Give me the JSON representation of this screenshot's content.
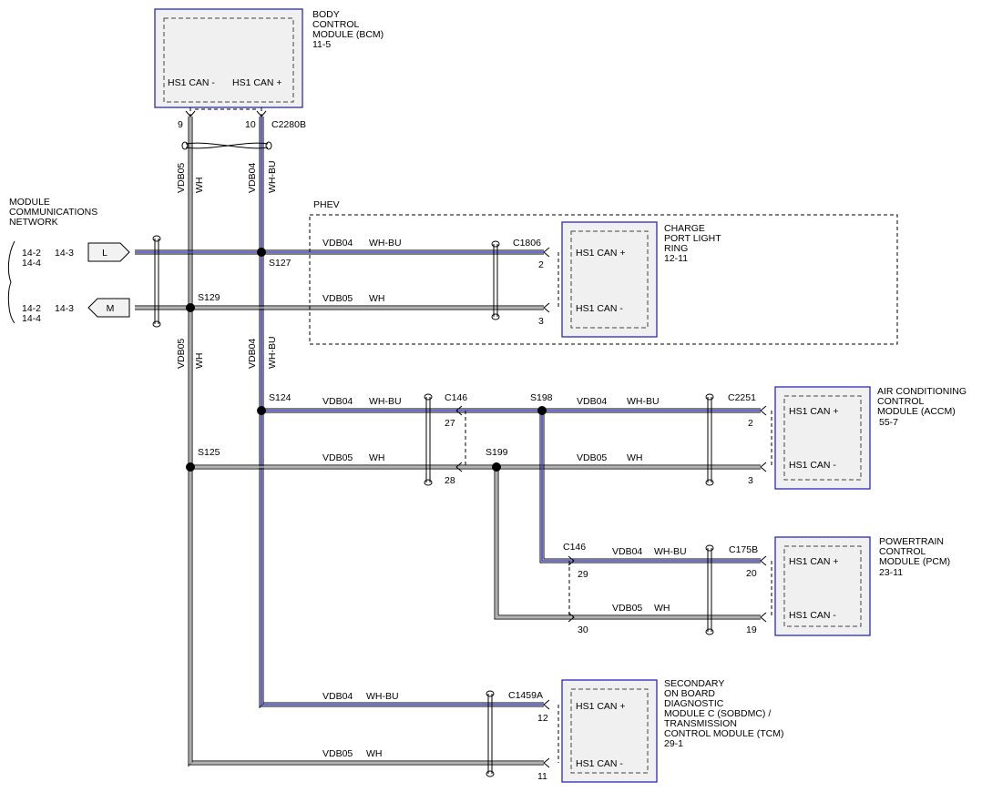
{
  "modules": {
    "bcm": {
      "name_lines": [
        "BODY",
        "CONTROL",
        "MODULE (BCM)",
        "11-5"
      ],
      "pin_minus": "HS1 CAN -",
      "pin_plus": "HS1 CAN +"
    },
    "cplr": {
      "name_lines": [
        "CHARGE",
        "PORT LIGHT",
        "RING",
        "12-11"
      ],
      "pin_plus": "HS1 CAN +",
      "pin_minus": "HS1 CAN -"
    },
    "accm": {
      "name_lines": [
        "AIR CONDITIONING",
        "CONTROL",
        "MODULE (ACCM)",
        "55-7"
      ],
      "pin_plus": "HS1 CAN +",
      "pin_minus": "HS1 CAN -"
    },
    "pcm": {
      "name_lines": [
        "POWERTRAIN",
        "CONTROL",
        "MODULE (PCM)",
        "23-11"
      ],
      "pin_plus": "HS1 CAN +",
      "pin_minus": "HS1 CAN -"
    },
    "sobdmc": {
      "name_lines": [
        "SECONDARY",
        "ON BOARD",
        "DIAGNOSTIC",
        "MODULE C (SOBDMC) /",
        "TRANSMISSION",
        "CONTROL MODULE (TCM)",
        "29-1"
      ],
      "pin_plus": "HS1 CAN +",
      "pin_minus": "HS1 CAN -"
    }
  },
  "network": {
    "title_lines": [
      "MODULE",
      "COMMUNICATIONS",
      "NETWORK"
    ],
    "ref_l_a": "14-2",
    "ref_l_b": "14-3",
    "ref_l_c": "14-4",
    "tag_l": "L",
    "ref_m_a": "14-2",
    "ref_m_b": "14-3",
    "ref_m_c": "14-4",
    "tag_m": "M"
  },
  "phev_label": "PHEV",
  "connectors": {
    "c2280b": "C2280B",
    "c1806": "C1806",
    "c146_top": "C146",
    "c2251": "C2251",
    "c146_bot": "C146",
    "c175b": "C175B",
    "c1459a": "C1459A"
  },
  "splices": {
    "s127": "S127",
    "s129": "S129",
    "s124": "S124",
    "s125": "S125",
    "s198": "S198",
    "s199": "S199"
  },
  "pins": {
    "bcm_9": "9",
    "bcm_10": "10",
    "cplr_2": "2",
    "cplr_3": "3",
    "c146_27": "27",
    "c146_28": "28",
    "accm_2": "2",
    "accm_3": "3",
    "c146_29": "29",
    "c146_30": "30",
    "pcm_20": "20",
    "pcm_19": "19",
    "sob_12": "12",
    "sob_11": "11"
  },
  "circuits": {
    "vdb04": "VDB04",
    "vdb05": "VDB05",
    "wh_bu": "WH-BU",
    "wh": "WH"
  }
}
